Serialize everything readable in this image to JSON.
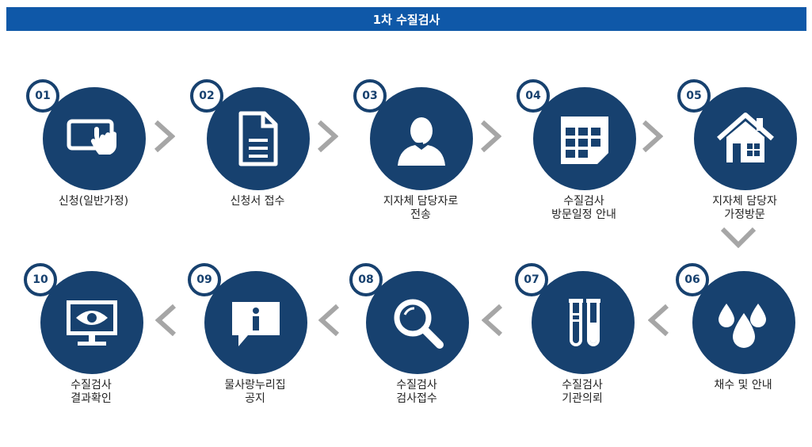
{
  "title": "1차 수질검사",
  "steps": [
    {
      "num": "01",
      "lines": [
        "신청(일반가정)"
      ],
      "icon": "tablet-touch-icon"
    },
    {
      "num": "02",
      "lines": [
        "신청서 접수"
      ],
      "icon": "document-icon"
    },
    {
      "num": "03",
      "lines": [
        "지자체 담당자로",
        "전송"
      ],
      "icon": "operator-icon"
    },
    {
      "num": "04",
      "lines": [
        "수질검사",
        "방문일정 안내"
      ],
      "icon": "calendar-icon"
    },
    {
      "num": "05",
      "lines": [
        "지자체 담당자",
        "가정방문"
      ],
      "icon": "house-icon"
    },
    {
      "num": "06",
      "lines": [
        "채수 및 안내"
      ],
      "icon": "water-drops-icon"
    },
    {
      "num": "07",
      "lines": [
        "수질검사",
        "기관의뢰"
      ],
      "icon": "test-tubes-icon"
    },
    {
      "num": "08",
      "lines": [
        "수질검사",
        "검사접수"
      ],
      "icon": "magnifier-icon"
    },
    {
      "num": "09",
      "lines": [
        "물사랑누리집",
        "공지"
      ],
      "icon": "info-speech-icon"
    },
    {
      "num": "10",
      "lines": [
        "수질검사",
        "결과확인"
      ],
      "icon": "monitor-eye-icon"
    }
  ]
}
